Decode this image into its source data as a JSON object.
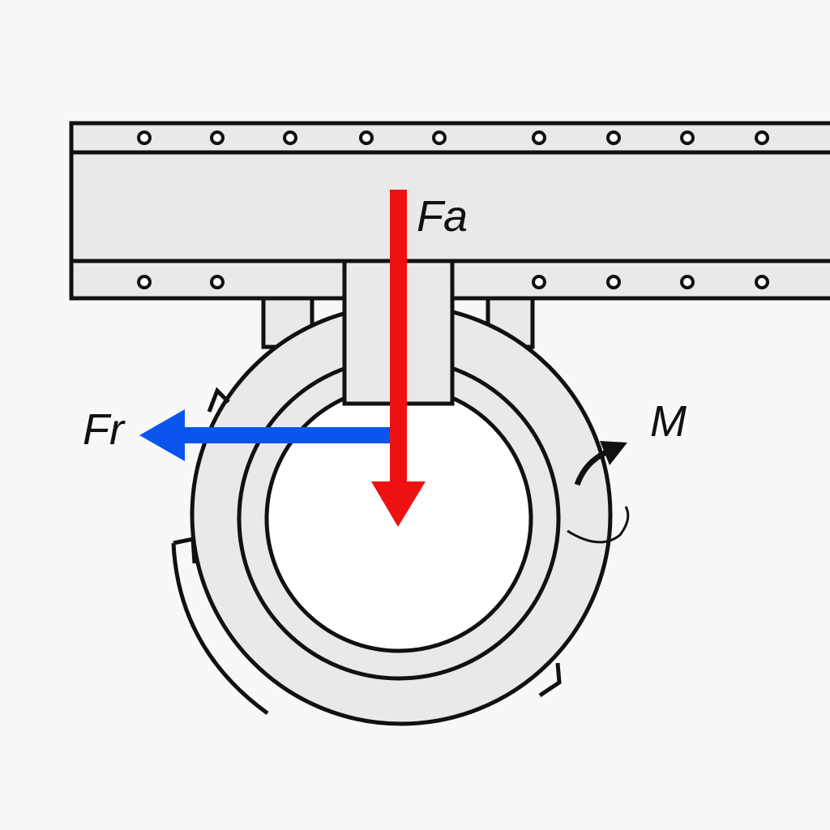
{
  "labels": {
    "axial_force": "Fa",
    "radial_force": "Fr",
    "moment": "M"
  },
  "colors": {
    "axial_force": "#ee1111",
    "radial_force": "#0a55ee",
    "outline": "#111111",
    "part_fill": "#e9e9e9",
    "bore_fill": "#ffffff"
  }
}
